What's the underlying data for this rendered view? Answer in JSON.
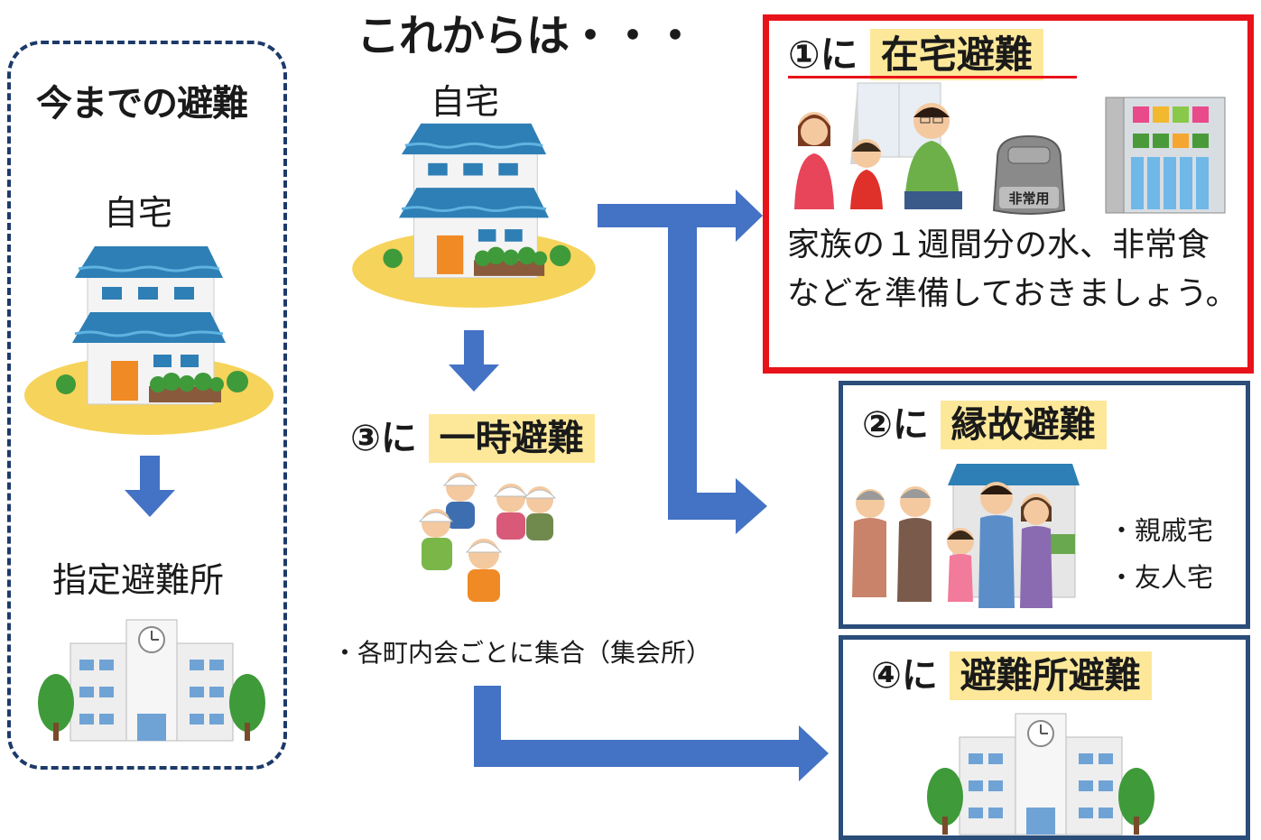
{
  "left": {
    "title": "今までの避難",
    "home_label": "自宅",
    "shelter_label": "指定避難所"
  },
  "center": {
    "header": "これからは・・・",
    "home_label": "自宅",
    "option3": {
      "number": "③に",
      "title": "一時避難",
      "note": "・各町内会ごとに集合（集会所）"
    }
  },
  "option1": {
    "number": "①に",
    "title": "在宅避難",
    "backpack_text": "非常用",
    "description": "家族の１週間分の水、非常食などを準備しておきましょう。"
  },
  "option2": {
    "number": "②に",
    "title": "縁故避難",
    "items": [
      "・親戚宅",
      "・友人宅"
    ]
  },
  "option4": {
    "number": "④に",
    "title": "避難所避難"
  },
  "colors": {
    "arrow": "#4472c4",
    "box1_border": "#e8131a",
    "box_border": "#2a4d7a",
    "highlight": "#fde89a",
    "roof": "#2e7fb5",
    "ground": "#f6d35a"
  }
}
